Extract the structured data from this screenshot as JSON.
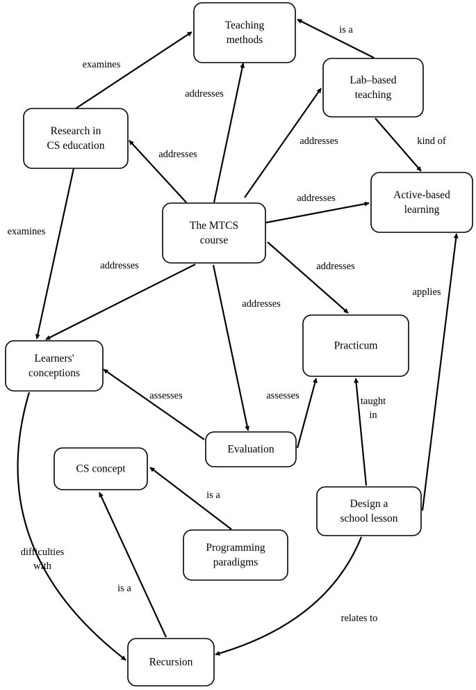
{
  "nodes": {
    "teaching_methods": [
      "Teaching",
      "methods"
    ],
    "lab_based_teaching": [
      "Lab–based",
      "teaching"
    ],
    "research_cs_education": [
      "Research in",
      "CS education"
    ],
    "active_based_learning": [
      "Active-based",
      "learning"
    ],
    "mtcs_course": [
      "The MTCS",
      "course"
    ],
    "practicum": [
      "Practicum"
    ],
    "learners_conceptions": [
      "Learners'",
      "conceptions"
    ],
    "evaluation": [
      "Evaluation"
    ],
    "cs_concept": [
      "CS concept"
    ],
    "design_school_lesson": [
      "Design a",
      "school lesson"
    ],
    "programming_paradigms": [
      "Programming",
      "paradigms"
    ],
    "recursion": [
      "Recursion"
    ]
  },
  "edges": {
    "lab_isa_teaching": [
      "is a"
    ],
    "research_examines_teaching": [
      "examines"
    ],
    "mtcs_addresses_teaching": [
      "addresses"
    ],
    "mtcs_addresses_research": [
      "addresses"
    ],
    "mtcs_addresses_lab": [
      "addresses"
    ],
    "lab_kindof_active": [
      "kind of"
    ],
    "mtcs_addresses_active": [
      "addresses"
    ],
    "research_examines_learners": [
      "examines"
    ],
    "mtcs_addresses_learners": [
      "addresses"
    ],
    "mtcs_addresses_practicum": [
      "addresses"
    ],
    "mtcs_addresses_evaluation": [
      "addresses"
    ],
    "design_applies_active": [
      "applies"
    ],
    "evaluation_assesses_learners": [
      "assesses"
    ],
    "evaluation_assesses_practicum": [
      "assesses"
    ],
    "design_taughtin_practicum": [
      "taught",
      "in"
    ],
    "paradigms_isa_csconcept": [
      "is a"
    ],
    "learners_difficulties_recursion": [
      "difficulties",
      "with"
    ],
    "recursion_isa_csconcept": [
      "is a"
    ],
    "design_relatesto_recursion": [
      "relates to"
    ]
  }
}
